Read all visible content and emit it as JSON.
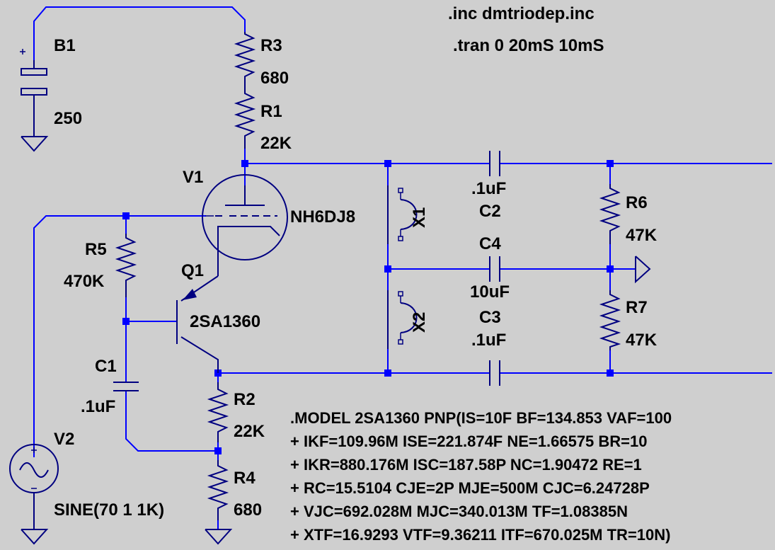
{
  "directives": {
    "include": ".inc dmtriodep.inc",
    "tran": ".tran 0 20mS 10mS"
  },
  "components": {
    "B1": {
      "name": "B1",
      "value": "250"
    },
    "R3": {
      "name": "R3",
      "value": "680"
    },
    "R1": {
      "name": "R1",
      "value": "22K"
    },
    "V1": {
      "name": "V1",
      "value": "NH6DJ8"
    },
    "R5": {
      "name": "R5",
      "value": "470K"
    },
    "Q1": {
      "name": "Q1",
      "value": "2SA1360"
    },
    "C1": {
      "name": "C1",
      "value": ".1uF"
    },
    "R2": {
      "name": "R2",
      "value": "22K"
    },
    "R4": {
      "name": "R4",
      "value": "680"
    },
    "V2": {
      "name": "V2",
      "value": "SINE(70 1 1K)"
    },
    "X1": {
      "name": "X1"
    },
    "X2": {
      "name": "X2"
    },
    "C2": {
      "name": "C2",
      "value": ".1uF"
    },
    "C4": {
      "name": "C4",
      "value": "10uF"
    },
    "C3": {
      "name": "C3",
      "value": ".1uF"
    },
    "R6": {
      "name": "R6",
      "value": "47K"
    },
    "R7": {
      "name": "R7",
      "value": "47K"
    }
  },
  "model_lines": [
    ".MODEL 2SA1360 PNP(IS=10F BF=134.853 VAF=100",
    "+ IKF=109.96M ISE=221.874F NE=1.66575 BR=10",
    "+ IKR=880.176M ISC=187.58P NC=1.90472 RE=1",
    "+ RC=15.5104 CJE=2P MJE=500M CJC=6.24728P",
    "+ VJC=692.028M MJC=340.013M TF=1.08385N",
    "+ XTF=16.9293 VTF=9.36211 ITF=670.025M TR=10N)"
  ]
}
